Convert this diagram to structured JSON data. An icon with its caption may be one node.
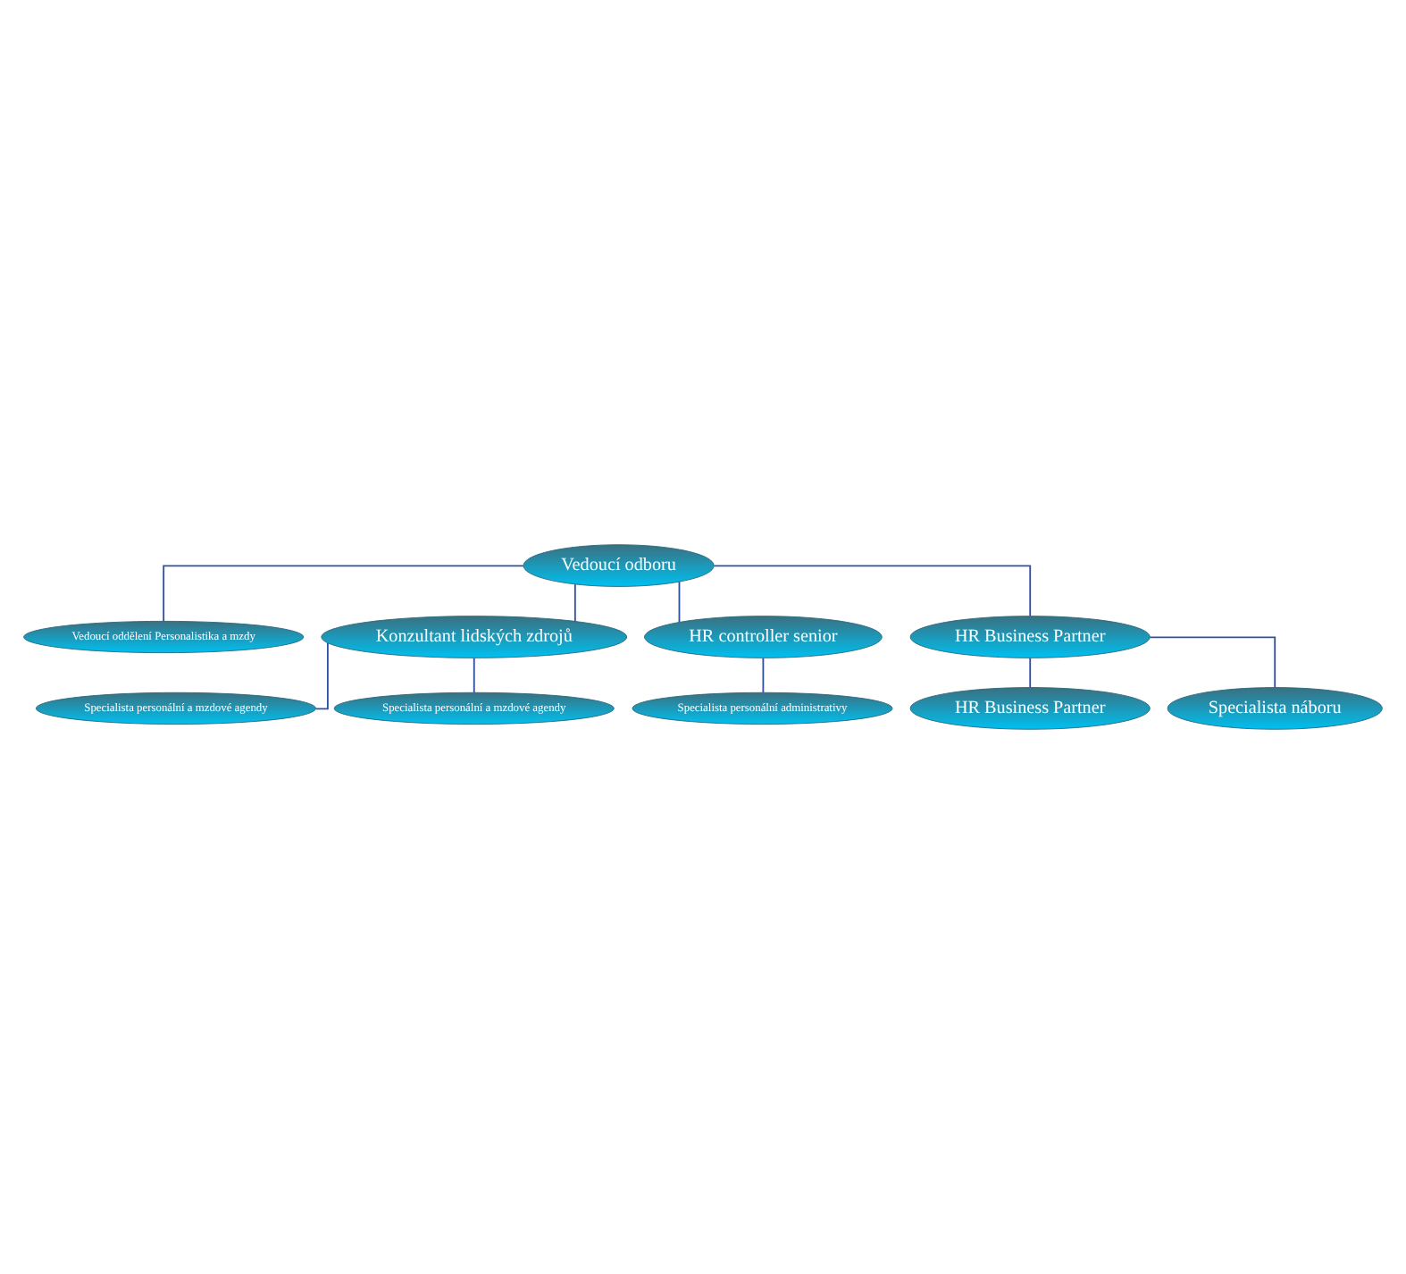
{
  "diagram": {
    "nodes": [
      {
        "text": [
          "Vedoucí odboru"
        ]
      },
      {
        "text": [
          "Vedoucí oddělení Personalistika a mzdy"
        ]
      },
      {
        "text": [
          "Konzultant lidských zdrojů"
        ]
      },
      {
        "text": [
          "HR controller senior"
        ]
      },
      {
        "text": [
          "HR Business Partner"
        ]
      },
      {
        "text": [
          "Specialista personální a mzdové agendy"
        ]
      },
      {
        "text": [
          "Specialista personální a mzdové agendy"
        ]
      },
      {
        "text": [
          "Specialista personální administrativy"
        ]
      },
      {
        "text": [
          "HR Business Partner"
        ]
      },
      {
        "text": [
          "Specialista náboru"
        ]
      }
    ],
    "edges": [
      {
        "from": 0,
        "to": 1,
        "arrow": "none"
      },
      {
        "from": 0,
        "to": 2,
        "arrow": "none"
      },
      {
        "from": 0,
        "to": 3,
        "arrow": "none"
      },
      {
        "from": 0,
        "to": 4,
        "arrow": "none"
      },
      {
        "from": 2,
        "to": 5,
        "arrow": "none"
      },
      {
        "from": 2,
        "to": 6,
        "arrow": "none"
      },
      {
        "from": 3,
        "to": 7,
        "arrow": "none"
      },
      {
        "from": 4,
        "to": 8,
        "arrow": "none"
      },
      {
        "from": 4,
        "to": 9,
        "arrow": "none"
      }
    ]
  }
}
